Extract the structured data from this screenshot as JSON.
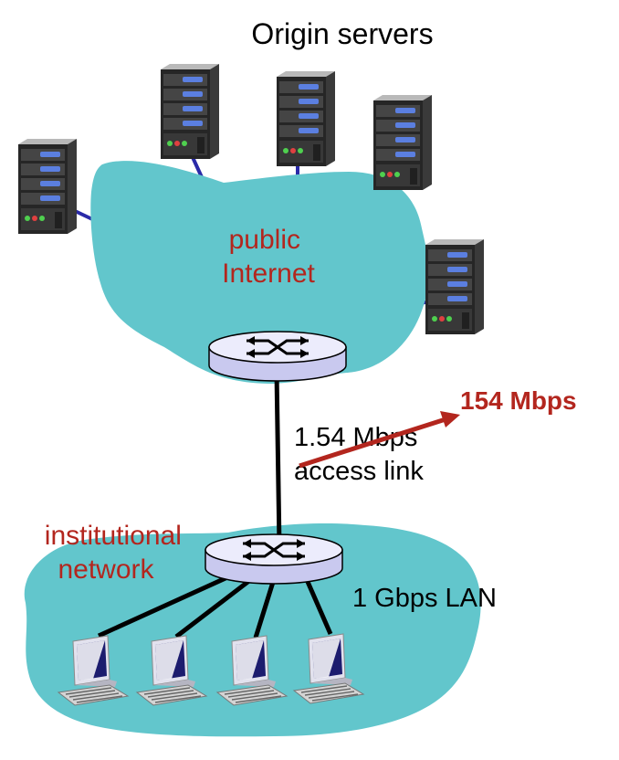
{
  "title": "Origin servers",
  "public_cloud": {
    "line1": "public",
    "line2": "Internet"
  },
  "institutional_cloud": {
    "line1": "institutional",
    "line2": "network"
  },
  "access_link": {
    "line1": "1.54 Mbps",
    "line2": "access link"
  },
  "upgraded_rate": "154 Mbps",
  "lan_label": "1 Gbps LAN",
  "colors": {
    "cloud": "#62c6cc",
    "accent_red": "#b3261e",
    "server_link": "#2a2aa8",
    "wire": "#000000"
  },
  "icons": {
    "server": "server-tower-icon",
    "router": "router-icon",
    "workstation": "desktop-computer-icon"
  }
}
